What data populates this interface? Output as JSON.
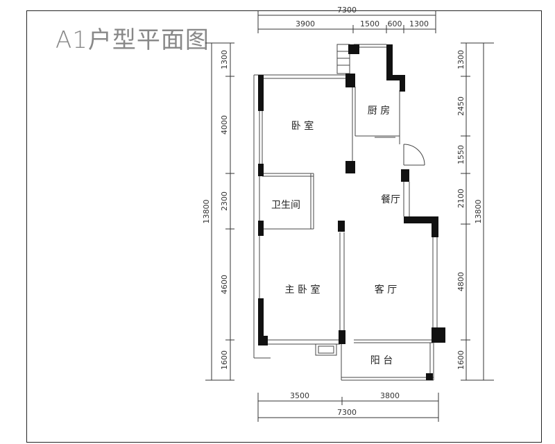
{
  "title": "A1户型平面图",
  "rooms": {
    "bedroom": "卧 室",
    "kitchen": "厨 房",
    "bathroom": "卫生间",
    "dining": "餐厅",
    "master_bedroom": "主 卧 室",
    "living": "客 厅",
    "balcony": "阳 台"
  },
  "dimensions": {
    "top_total": "7300",
    "top_segments": [
      "3900",
      "1500",
      "600",
      "1300"
    ],
    "bottom_segments": [
      "3500",
      "3800"
    ],
    "bottom_total": "7300",
    "left_total": "13800",
    "left_segments": [
      "1300",
      "4000",
      "2300",
      "4600",
      "1600"
    ],
    "right_total": "13800",
    "right_segments": [
      "1300",
      "2450",
      "1550",
      "2100",
      "4800",
      "1600"
    ]
  }
}
